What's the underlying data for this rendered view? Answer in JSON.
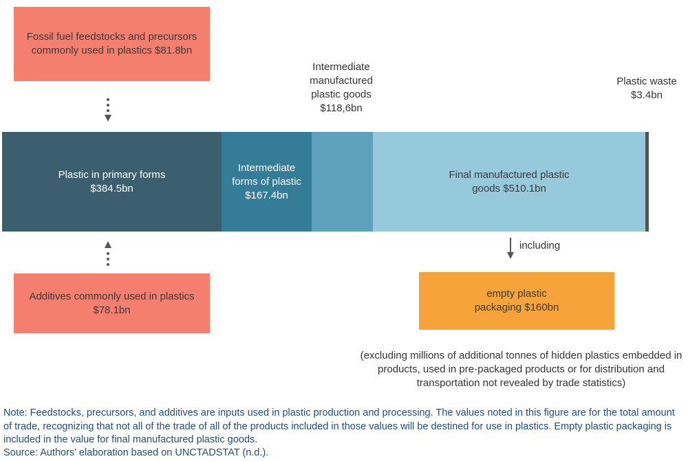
{
  "diagram": {
    "fossil_box": "Fossil fuel feedstocks and precursors commonly used in plastics $81.8bn",
    "additives_box": "Additives commonly used in plastics $78.1bn",
    "intermediate_goods_label": "Intermediate manufactured plastic goods $118,6bn",
    "plastic_waste_label": "Plastic waste $3.4bn",
    "segments": {
      "primary": "Plastic in primary forms $384.5bn",
      "intermediate_forms": "Intermediate forms of plastic $167.4bn",
      "final": "Final manufactured plastic goods $510.1bn"
    },
    "including_label": "including",
    "packaging_box": "empty plastic packaging $160bn",
    "excluding_note": "(excluding millions of additional tonnes of hidden plastics embedded in products, used in pre-packaged products or for distribution and transportation not revealed by trade statistics)"
  },
  "values_bn": {
    "fossil_feedstocks": 81.8,
    "additives": 78.1,
    "primary_forms": 384.5,
    "intermediate_forms": 167.4,
    "intermediate_goods": 118.6,
    "final_goods": 510.1,
    "plastic_waste": 3.4,
    "empty_packaging": 160
  },
  "colors": {
    "input_box": "#f47f6f",
    "primary_forms": "#3b5f6e",
    "intermediate_forms": "#347c98",
    "intermediate_goods": "#5da1bc",
    "final_goods": "#97c9dd",
    "plastic_waste": "#555555",
    "packaging": "#f6a43a",
    "note_text": "#1f4e79"
  },
  "footer": {
    "note": "Note: Feedstocks, precursors, and additives are inputs used in plastic production and processing. The values noted in this figure are for the total amount of trade, recognizing that not all of the trade of all of the products included in those values will be destined for use in plastics. Empty plastic packaging is included in the value for final manufactured plastic goods.",
    "source": "Source: Authors’ elaboration based on UNCTADSTAT (n.d.)."
  }
}
